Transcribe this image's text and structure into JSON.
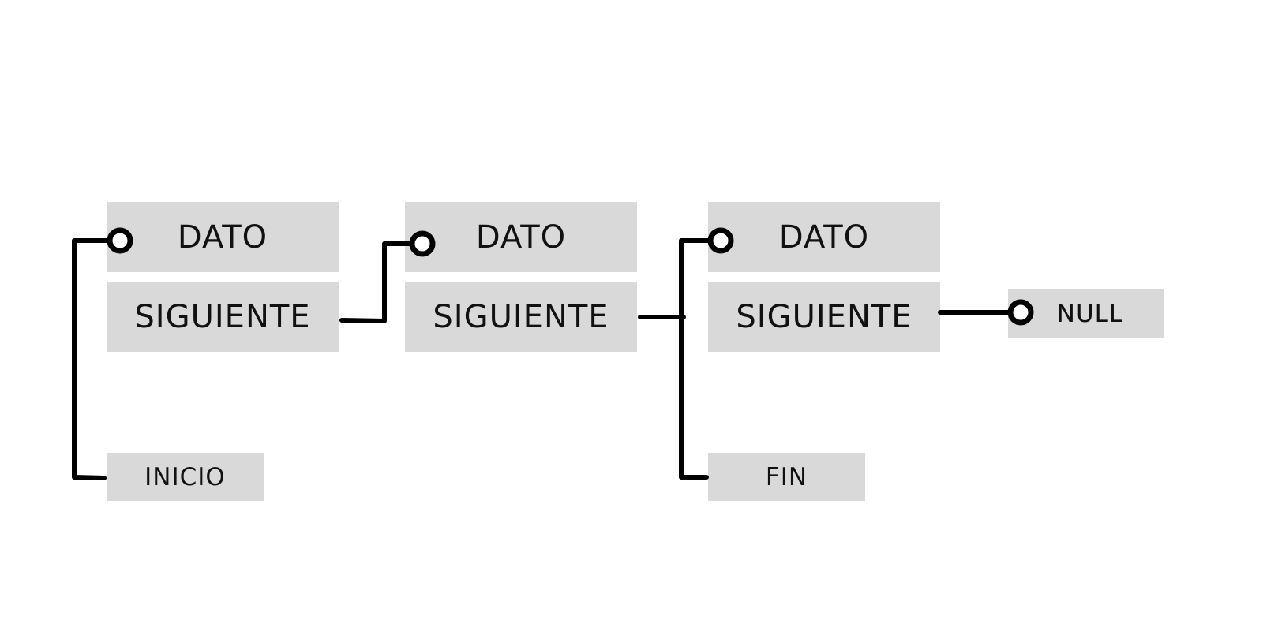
{
  "colors": {
    "box_fill": "#d9d9d9",
    "line": "#000000",
    "text": "#111111"
  },
  "nodes": [
    {
      "dato": "DATO",
      "siguiente": "SIGUIENTE"
    },
    {
      "dato": "DATO",
      "siguiente": "SIGUIENTE"
    },
    {
      "dato": "DATO",
      "siguiente": "SIGUIENTE"
    }
  ],
  "pointers": {
    "inicio": "INICIO",
    "fin": "FIN",
    "null": "NULL"
  },
  "icons": {
    "connector_end": "ring-connector-icon"
  }
}
